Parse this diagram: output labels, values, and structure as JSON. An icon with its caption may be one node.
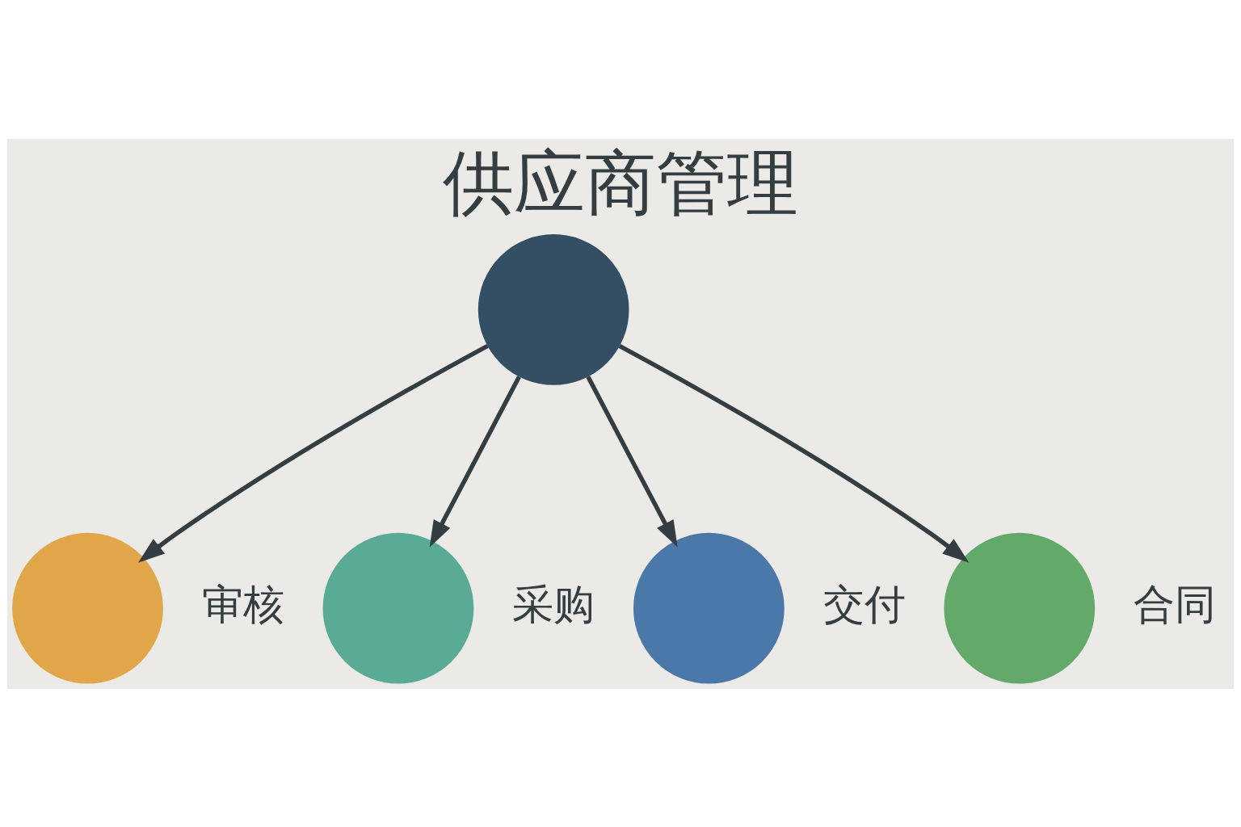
{
  "diagram": {
    "title": "供应商管理",
    "nodes": [
      {
        "text": [],
        "shape": "circle",
        "beside": [
          "审核"
        ]
      },
      {
        "text": [],
        "shape": "circle",
        "beside": [
          "采购"
        ]
      },
      {
        "text": [],
        "shape": "circle"
      },
      {
        "text": [],
        "shape": "circle",
        "beside": [
          "交付"
        ]
      },
      {
        "text": [],
        "shape": "circle",
        "beside": [
          "合同"
        ]
      }
    ],
    "edges": [
      {
        "from": 2,
        "to": 1,
        "arrow": "to"
      },
      {
        "from": 2,
        "to": 0,
        "arrow": "to"
      },
      {
        "from": 2,
        "to": 3,
        "arrow": "to"
      },
      {
        "from": 2,
        "to": 4,
        "arrow": "to"
      }
    ]
  }
}
